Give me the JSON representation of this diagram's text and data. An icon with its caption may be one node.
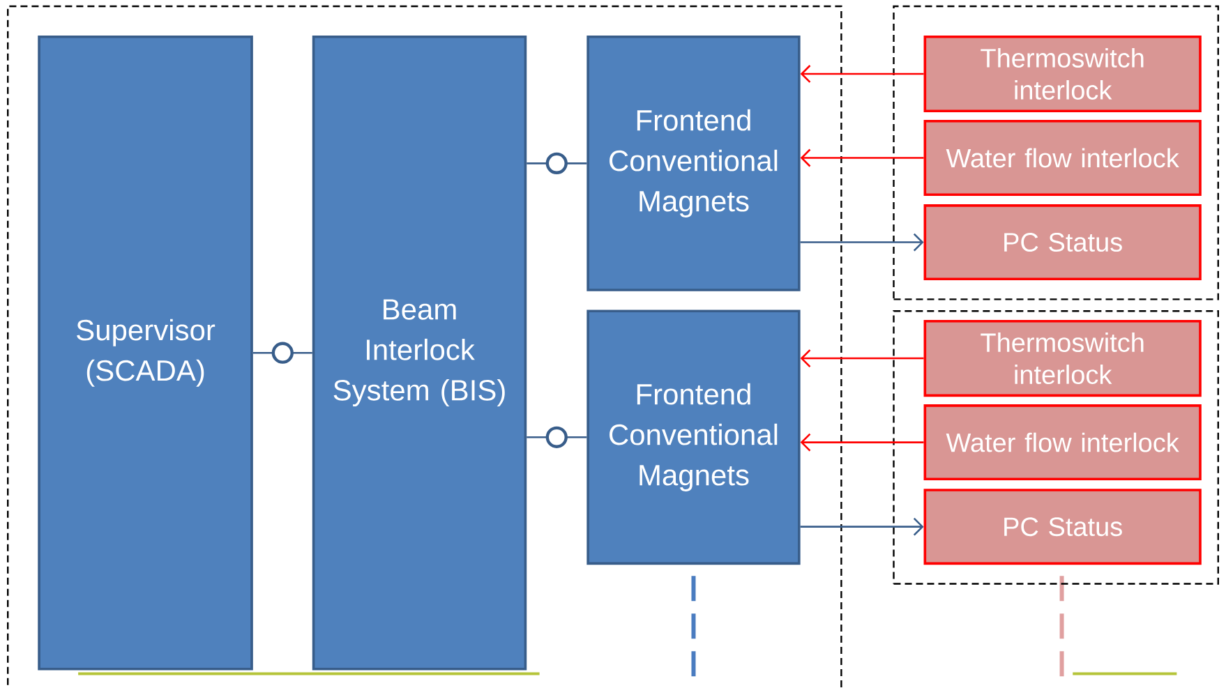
{
  "diagram": {
    "nodes": [
      {
        "text": [],
        "shape": "box"
      },
      {
        "text": [
          "Supervisor (SCADA)"
        ],
        "in": 0
      },
      {
        "text": [
          "Beam Interlock System (BIS)"
        ],
        "in": 0
      },
      {
        "text": [
          "Frontend Conventional Magnets"
        ],
        "in": 0
      },
      {
        "text": [
          "Frontend Conventional Magnets"
        ],
        "in": 0
      },
      {
        "text": [],
        "shape": "box"
      },
      {
        "text": [
          "Thermoswitch interlock"
        ],
        "in": 5
      },
      {
        "text": [
          "Water flow interlock"
        ],
        "in": 5
      },
      {
        "text": [
          "PC Status"
        ],
        "in": 5
      },
      {
        "text": [],
        "shape": "box"
      },
      {
        "text": [
          "Thermoswitch interlock"
        ],
        "in": 9
      },
      {
        "text": [
          "Water flow interlock"
        ],
        "in": 9
      },
      {
        "text": [
          "PC Status"
        ],
        "in": 9
      }
    ],
    "edges": [
      {
        "from": 1,
        "to": 2,
        "arrow": "none"
      },
      {
        "from": 2,
        "to": 3,
        "arrow": "none"
      },
      {
        "from": 2,
        "to": 4,
        "arrow": "none"
      },
      {
        "from": 6,
        "to": 3,
        "arrow": "to",
        "color": "#ff0000"
      },
      {
        "from": 7,
        "to": 3,
        "arrow": "to",
        "color": "#ff0000"
      },
      {
        "from": 3,
        "to": 8,
        "arrow": "to"
      },
      {
        "from": 10,
        "to": 4,
        "arrow": "to",
        "color": "#ff0000"
      },
      {
        "from": 11,
        "to": 4,
        "arrow": "to",
        "color": "#ff0000"
      },
      {
        "from": 4,
        "to": 12,
        "arrow": "to"
      }
    ]
  }
}
